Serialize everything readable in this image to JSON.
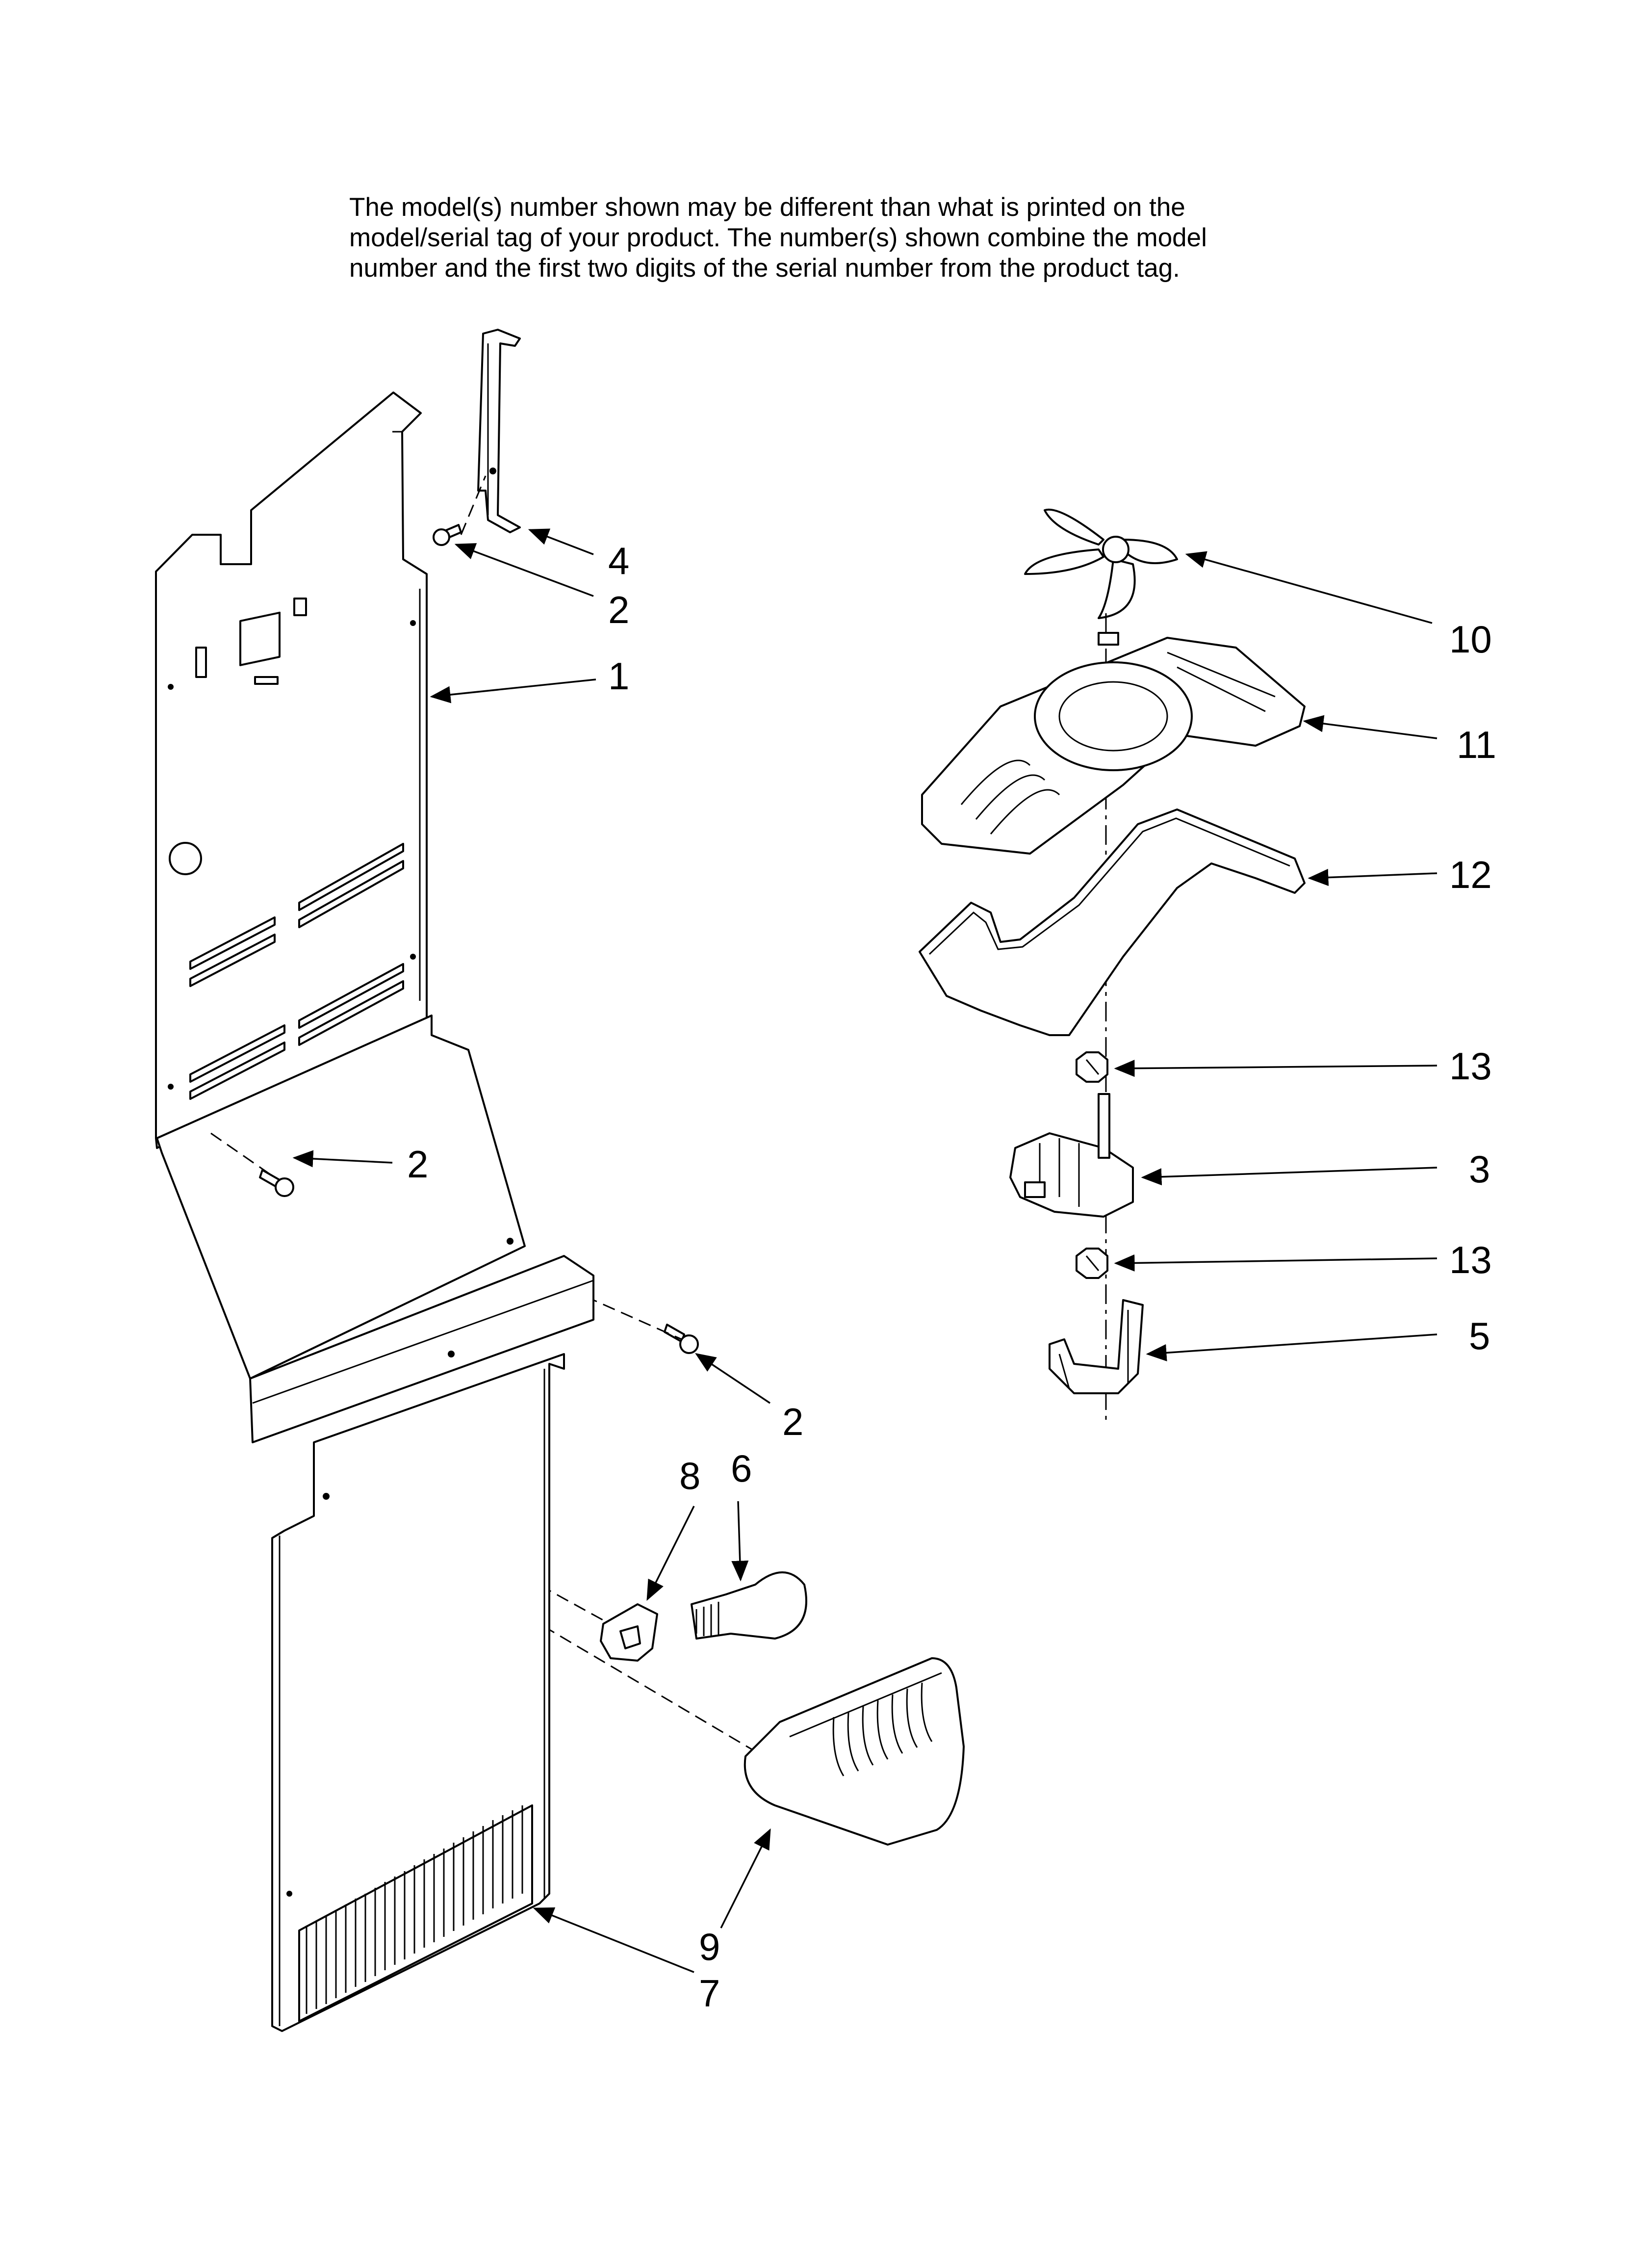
{
  "note": {
    "lines": [
      "The model(s) number shown may be different than what is printed on the",
      "model/serial tag of your product. The number(s) shown combine the model",
      "number and the first two digits of the serial number from the product tag."
    ]
  },
  "callouts": {
    "c1": "1",
    "c2a": "2",
    "c2b": "2",
    "c2c": "2",
    "c3": "3",
    "c4": "4",
    "c5": "5",
    "c6": "6",
    "c7": "7",
    "c8": "8",
    "c9": "9",
    "c10": "10",
    "c11": "11",
    "c12": "12",
    "c13a": "13",
    "c13b": "13"
  }
}
